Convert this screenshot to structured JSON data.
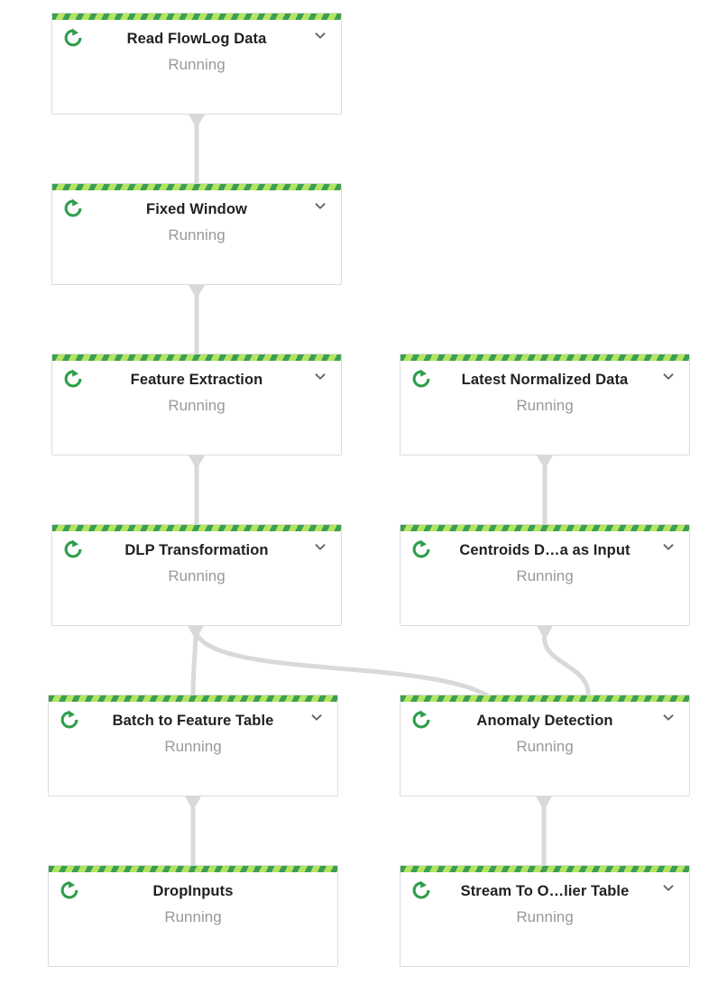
{
  "colors": {
    "background": "#ffffff",
    "node-border": "#dcdcdc",
    "stripe-light": "#b3e561",
    "stripe-dark": "#3c9e52",
    "icon-green": "#2f9e4b",
    "title-color": "#202124",
    "status-color": "#97999b",
    "edge": "#d9d9d9",
    "chevron": "#5f6368"
  },
  "icons": {
    "status": "circular-running-progress-icon",
    "expand": "chevron-down-icon",
    "edge_start": "down-funnel-arrow"
  },
  "nodes": [
    {
      "id": "read-flowlog-data",
      "title": "Read FlowLog Data",
      "status": "Running",
      "expand_chevron": true
    },
    {
      "id": "fixed-window",
      "title": "Fixed Window",
      "status": "Running",
      "expand_chevron": true
    },
    {
      "id": "feature-extraction",
      "title": "Feature Extraction",
      "status": "Running",
      "expand_chevron": true
    },
    {
      "id": "latest-normalized-data",
      "title": "Latest Normalized Data",
      "status": "Running",
      "expand_chevron": true
    },
    {
      "id": "dlp-transformation",
      "title": "DLP Transformation",
      "status": "Running",
      "expand_chevron": true
    },
    {
      "id": "centroids-data-as-input",
      "title": "Centroids D…a as Input",
      "status": "Running",
      "expand_chevron": true
    },
    {
      "id": "batch-to-feature-table",
      "title": "Batch to Feature Table",
      "status": "Running",
      "expand_chevron": true
    },
    {
      "id": "anomaly-detection",
      "title": "Anomaly Detection",
      "status": "Running",
      "expand_chevron": true
    },
    {
      "id": "drop-inputs",
      "title": "DropInputs",
      "status": "Running",
      "expand_chevron": false
    },
    {
      "id": "stream-to-outlier-table",
      "title": "Stream To O…lier Table",
      "status": "Running",
      "expand_chevron": true
    }
  ],
  "edges": [
    {
      "from": "read-flowlog-data",
      "to": "fixed-window"
    },
    {
      "from": "fixed-window",
      "to": "feature-extraction"
    },
    {
      "from": "feature-extraction",
      "to": "dlp-transformation"
    },
    {
      "from": "latest-normalized-data",
      "to": "centroids-data-as-input"
    },
    {
      "from": "dlp-transformation",
      "to": "batch-to-feature-table"
    },
    {
      "from": "dlp-transformation",
      "to": "anomaly-detection"
    },
    {
      "from": "centroids-data-as-input",
      "to": "anomaly-detection"
    },
    {
      "from": "batch-to-feature-table",
      "to": "drop-inputs"
    },
    {
      "from": "anomaly-detection",
      "to": "stream-to-outlier-table"
    }
  ]
}
